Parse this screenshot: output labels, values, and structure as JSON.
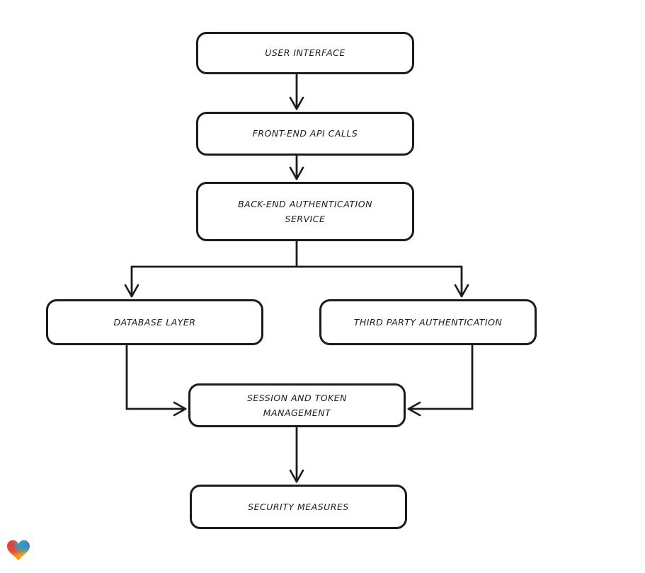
{
  "diagram": {
    "background_color": "#ffffff",
    "stroke_color": "#1b1b1b",
    "nodes": [
      {
        "id": "user-interface",
        "label": "USER INTERFACE"
      },
      {
        "id": "front-end-api-calls",
        "label": "FRONT-END API CALLS"
      },
      {
        "id": "back-end-authentication-service",
        "label": "BACK-END AUTHENTICATION\nSERVICE"
      },
      {
        "id": "database-layer",
        "label": "DATABASE LAYER"
      },
      {
        "id": "third-party-authentication",
        "label": "THIRD PARTY AUTHENTICATION"
      },
      {
        "id": "session-and-token-management",
        "label": "SESSION AND TOKEN\nMANAGEMENT"
      },
      {
        "id": "security-measures",
        "label": "SECURITY MEASURES"
      }
    ],
    "edges": [
      {
        "from": "user-interface",
        "to": "front-end-api-calls"
      },
      {
        "from": "front-end-api-calls",
        "to": "back-end-authentication-service"
      },
      {
        "from": "back-end-authentication-service",
        "to": "database-layer"
      },
      {
        "from": "back-end-authentication-service",
        "to": "third-party-authentication"
      },
      {
        "from": "database-layer",
        "to": "session-and-token-management"
      },
      {
        "from": "third-party-authentication",
        "to": "session-and-token-management"
      },
      {
        "from": "session-and-token-management",
        "to": "security-measures"
      }
    ],
    "logo": {
      "shape": "heart",
      "colors": {
        "red": "#E8353E",
        "teal": "#23A8C4",
        "blue": "#3B7FD4",
        "orange": "#F59D18"
      }
    }
  }
}
